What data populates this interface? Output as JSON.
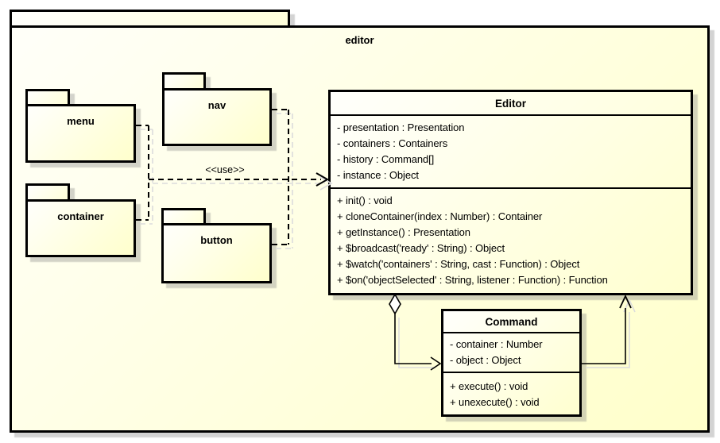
{
  "diagram": {
    "type": "uml-package-class-diagram",
    "outer_package": {
      "label": "editor"
    },
    "packages": [
      {
        "label": "menu"
      },
      {
        "label": "nav"
      },
      {
        "label": "container"
      },
      {
        "label": "button"
      }
    ],
    "use_label": "<<use>>",
    "classes": [
      {
        "name": "Editor",
        "attributes": [
          "- presentation : Presentation",
          "- containers : Containers",
          "- history : Command[]",
          "- instance : Object"
        ],
        "methods": [
          "+ init() : void",
          "+ cloneContainer(index : Number) : Container",
          "+ getInstance() : Presentation",
          "+ $broadcast('ready' : String) : Object",
          "+ $watch('containers' : String, cast : Function) : Object",
          "+ $on('objectSelected' : String, listener : Function) : Function"
        ]
      },
      {
        "name": "Command",
        "attributes": [
          "- container : Number",
          "- object : Object"
        ],
        "methods": [
          "+ execute() : void",
          "+ unexecute() : void"
        ]
      }
    ],
    "relationships": [
      {
        "type": "dependency",
        "label": "<<use>>",
        "from": "menu, container, nav, button",
        "to": "Editor",
        "line": "dashed-open-arrow"
      },
      {
        "type": "aggregation",
        "from": "Editor",
        "to": "Command",
        "line": "solid-open-diamond-open-arrow"
      },
      {
        "type": "association",
        "from": "Command",
        "to": "Editor",
        "line": "solid-open-arrow"
      }
    ],
    "colors": {
      "fill_light": "#fffffc",
      "fill_dark": "#ffffcc",
      "border": "#000000",
      "shadow": "#c9c9c9",
      "background": "#ffffff"
    }
  }
}
